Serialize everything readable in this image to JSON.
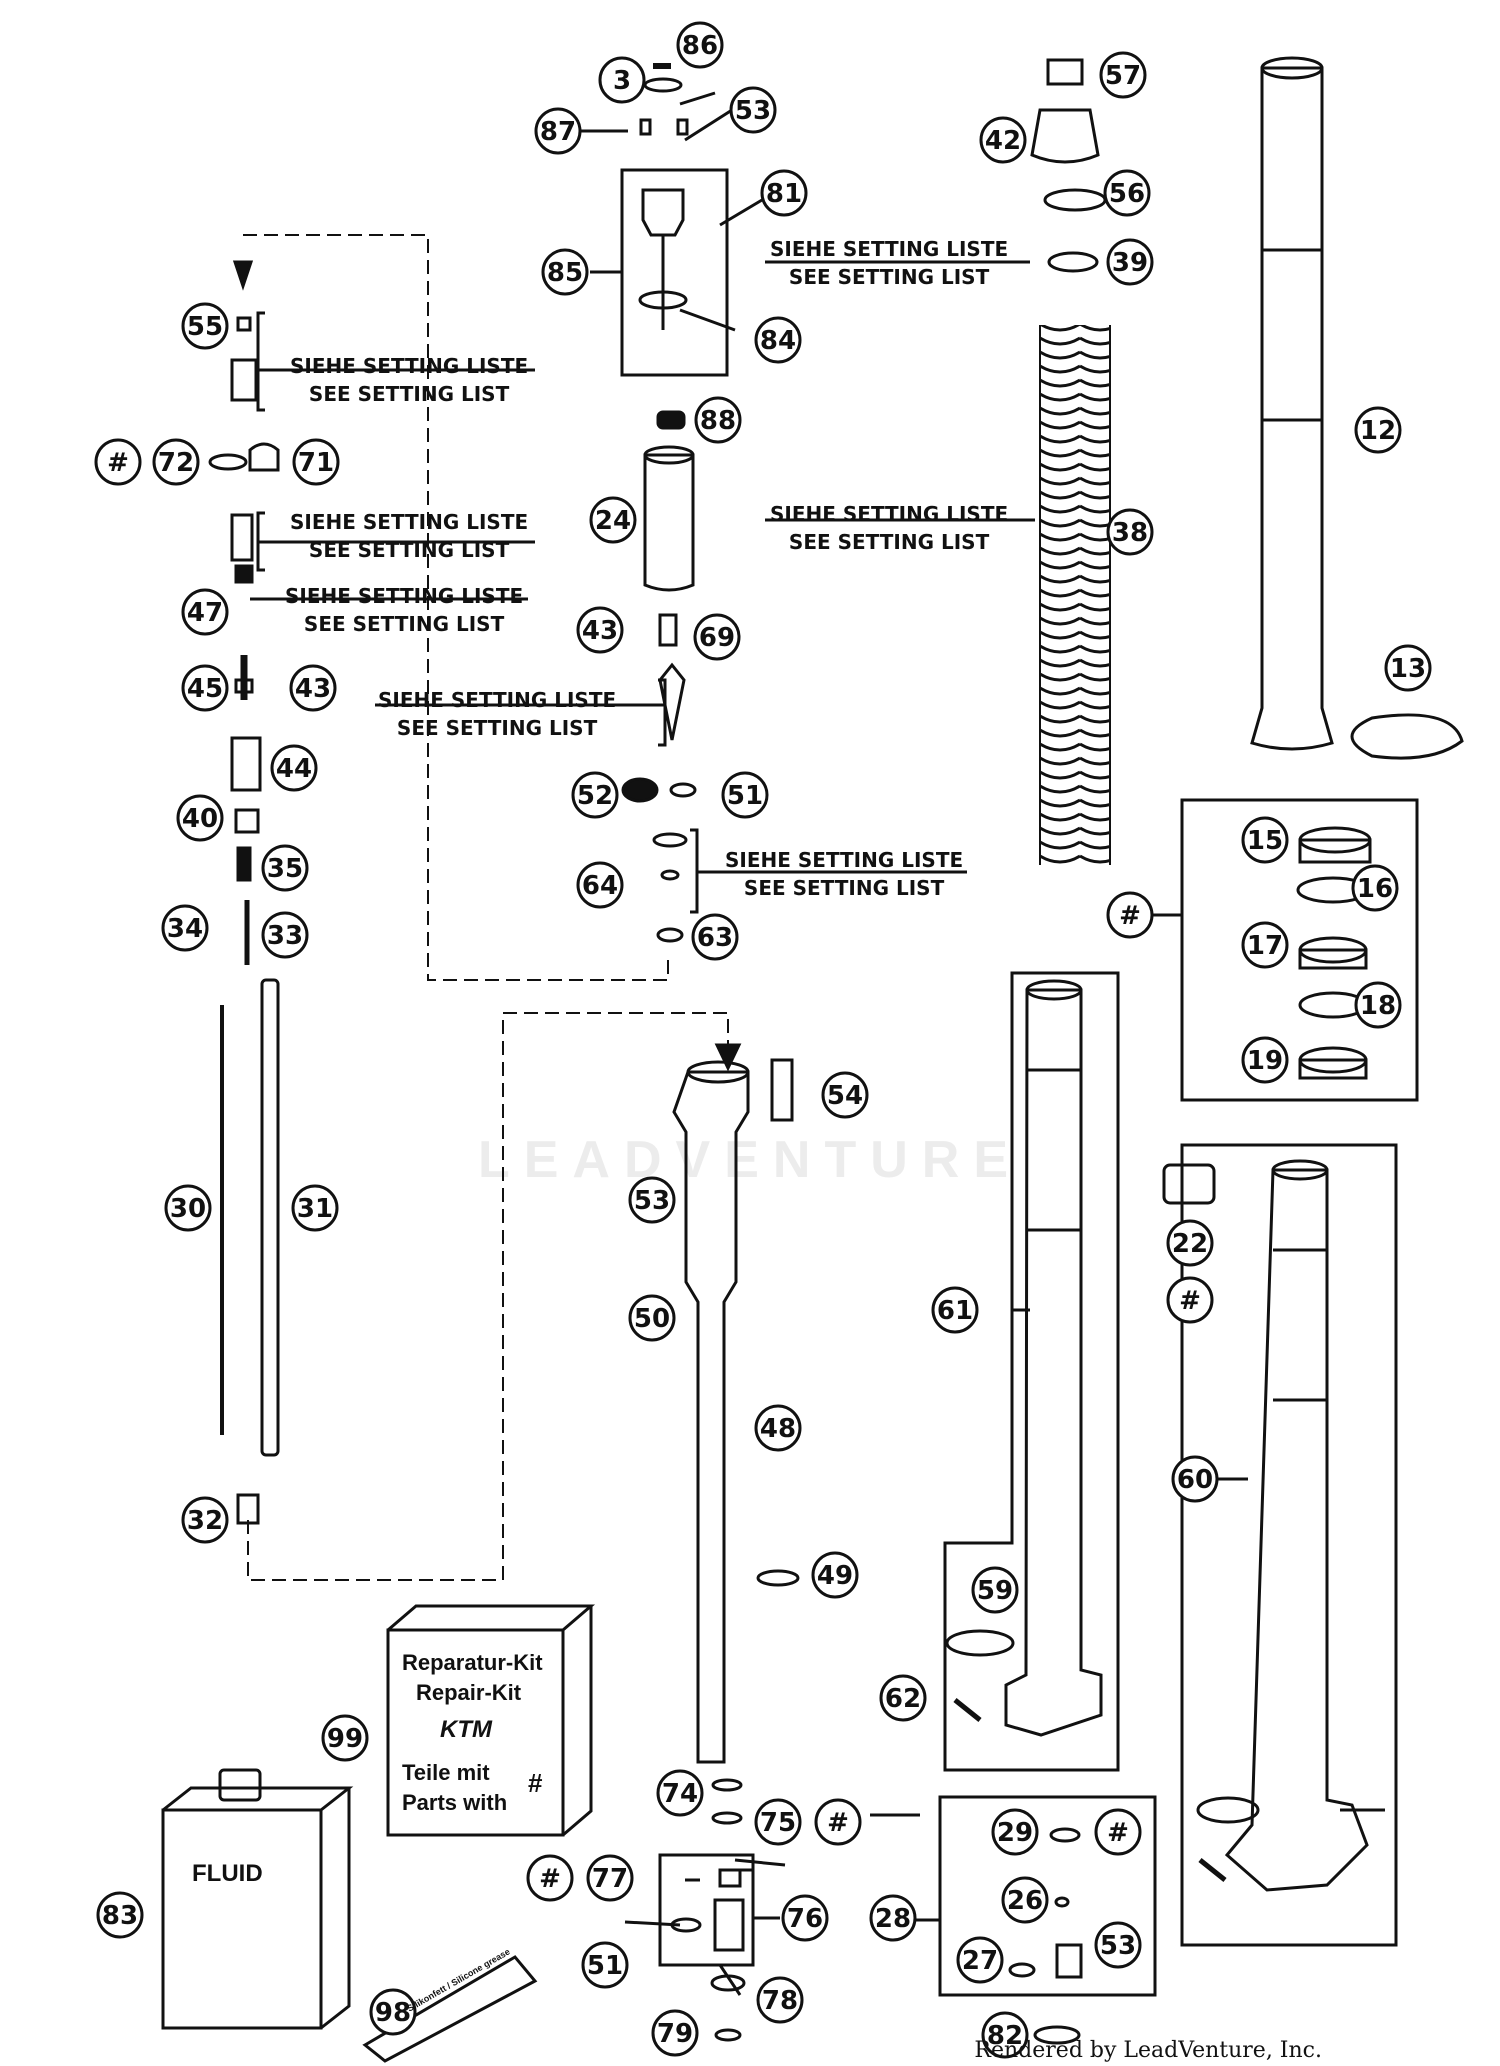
{
  "watermark": "LEADVENTURE",
  "credit": "Rendered by LeadVenture, Inc.",
  "notes": {
    "de": "SIEHE SETTING LISTE",
    "en": "SEE SETTING LIST"
  },
  "repair_kit": {
    "line1": "Reparatur-Kit",
    "line2": "Repair-Kit",
    "brand": "KTM",
    "line3": "Teile mit",
    "line4": "Parts with",
    "symbol": "#"
  },
  "fluid_label": "FLUID",
  "grease_label": "Silikonfett / Silicone grease",
  "callouts": [
    "86",
    "3",
    "53",
    "87",
    "81",
    "85",
    "84",
    "55",
    "72",
    "71",
    "88",
    "24",
    "47",
    "43",
    "69",
    "45",
    "43",
    "44",
    "40",
    "35",
    "34",
    "33",
    "52",
    "51",
    "64",
    "63",
    "57",
    "42",
    "56",
    "39",
    "38",
    "12",
    "13",
    "15",
    "16",
    "17",
    "18",
    "19",
    "54",
    "53",
    "50",
    "48",
    "49",
    "30",
    "31",
    "32",
    "22",
    "61",
    "60",
    "59",
    "62",
    "74",
    "75",
    "77",
    "76",
    "51",
    "78",
    "79",
    "29",
    "26",
    "27",
    "53",
    "28",
    "82",
    "99",
    "83",
    "98"
  ],
  "hash_symbol": "#"
}
